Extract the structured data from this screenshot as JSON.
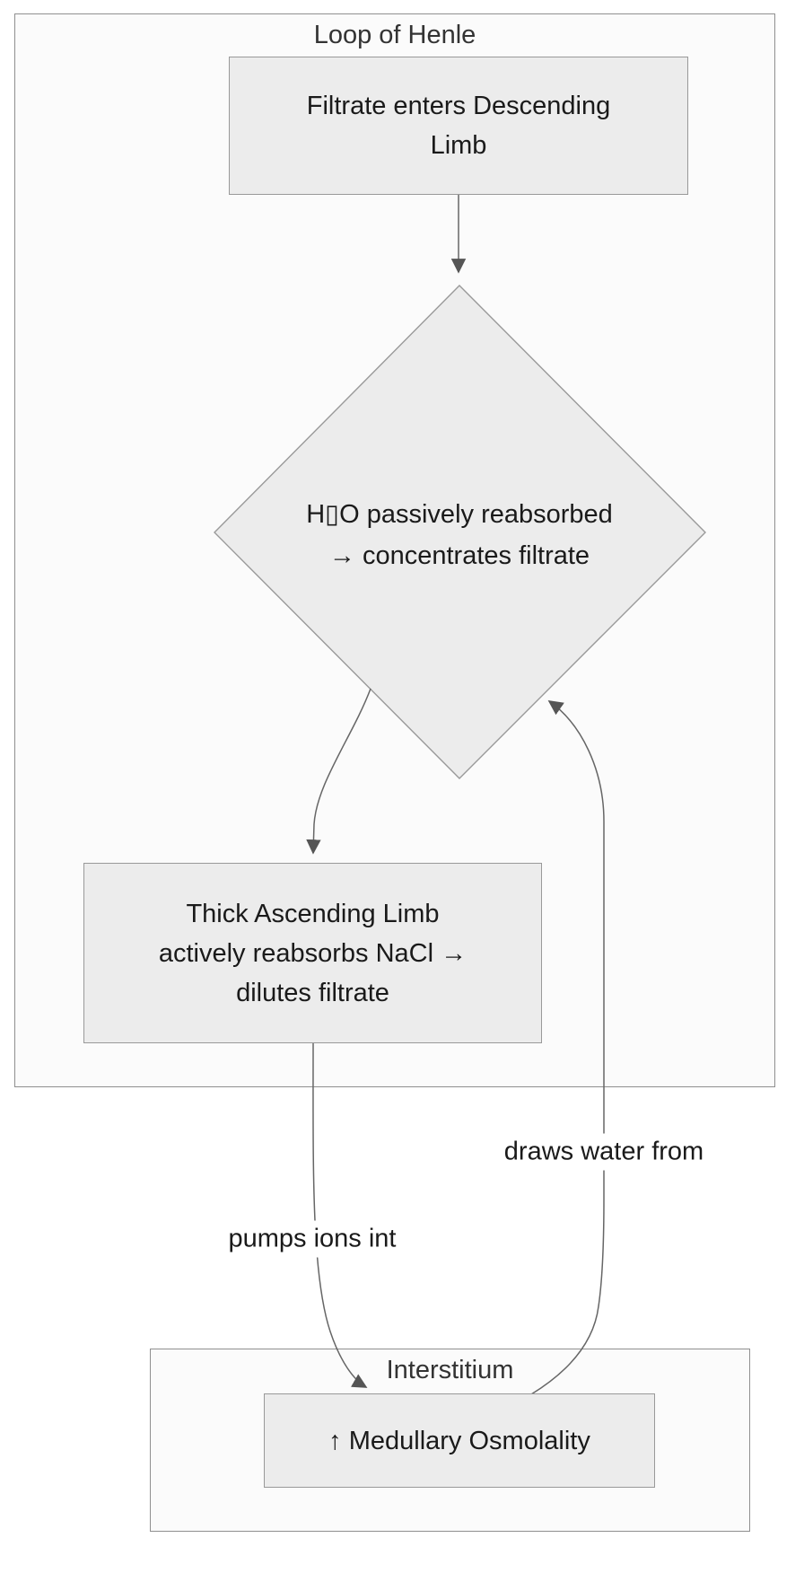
{
  "clusters": {
    "loop": {
      "label": "Loop of Henle"
    },
    "interstitium": {
      "label": "Interstitium"
    }
  },
  "nodes": {
    "filtrate": {
      "label": "Filtrate enters Descending\nLimb"
    },
    "h2o": {
      "label": "H▯O passively reabsorbed\n→ concentrates filtrate"
    },
    "thick": {
      "label": "Thick Ascending Limb\nactively reabsorbs NaCl →\ndilutes filtrate"
    },
    "osmolality": {
      "label": "↑ Medullary Osmolality"
    }
  },
  "edges": {
    "pumps": {
      "label": "pumps ions int"
    },
    "draws": {
      "label": "draws water from"
    }
  },
  "colors": {
    "node_fill": "#ececec",
    "node_border": "#999999",
    "cluster_fill": "#fbfbfb",
    "cluster_border": "#8f8f8f",
    "edge_line": "#666666",
    "arrowhead": "#555555",
    "node_text": "#1a1a1a",
    "cluster_text": "#333333",
    "background": "#ffffff"
  }
}
